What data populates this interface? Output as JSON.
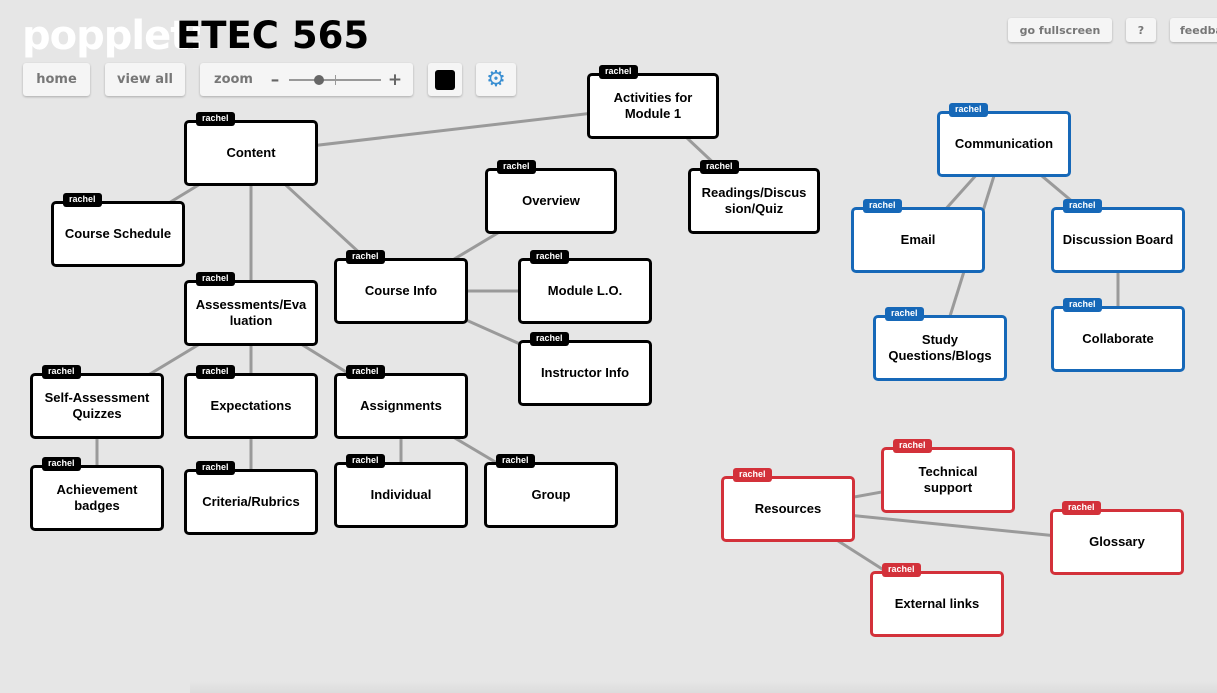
{
  "app": {
    "logo_text": "popplet:",
    "board_title": "ETEC 565"
  },
  "toolbar": {
    "home_label": "home",
    "view_all_label": "view all",
    "zoom_label": "zoom",
    "zoom_minus": "–",
    "zoom_plus": "+",
    "zoom_level_fraction": 0.3,
    "color_value": "#000000",
    "settings_icon": "gear-icon",
    "fullscreen_label": "go fullscreen",
    "help_label": "?",
    "feedback_label": "feedback"
  },
  "colors": {
    "black_border": "#000000",
    "blue_border": "#1668b8",
    "red_border": "#d3313a",
    "link_line": "#9a9a9a",
    "background": "#e6e6e6"
  },
  "popples": [
    {
      "id": "activities",
      "text": "Activities for Module 1",
      "author": "rachel",
      "color": "black"
    },
    {
      "id": "content",
      "text": "Content",
      "author": "rachel",
      "color": "black"
    },
    {
      "id": "readings",
      "text": "Readings/Discussion/Quiz",
      "author": "rachel",
      "color": "black"
    },
    {
      "id": "course-schedule",
      "text": "Course Schedule",
      "author": "rachel",
      "color": "black"
    },
    {
      "id": "overview",
      "text": "Overview",
      "author": "rachel",
      "color": "black"
    },
    {
      "id": "course-info",
      "text": "Course Info",
      "author": "rachel",
      "color": "black"
    },
    {
      "id": "module-lo",
      "text": "Module L.O.",
      "author": "rachel",
      "color": "black"
    },
    {
      "id": "assessments",
      "text": "Assessments/Evaluation",
      "author": "rachel",
      "color": "black"
    },
    {
      "id": "instructor-info",
      "text": "Instructor Info",
      "author": "rachel",
      "color": "black"
    },
    {
      "id": "self-assessment",
      "text": "Self-Assessment Quizzes",
      "author": "rachel",
      "color": "black"
    },
    {
      "id": "expectations",
      "text": "Expectations",
      "author": "rachel",
      "color": "black"
    },
    {
      "id": "assignments",
      "text": "Assignments",
      "author": "rachel",
      "color": "black"
    },
    {
      "id": "achievement",
      "text": "Achievement badges",
      "author": "rachel",
      "color": "black"
    },
    {
      "id": "criteria",
      "text": "Criteria/Rubrics",
      "author": "rachel",
      "color": "black"
    },
    {
      "id": "individual",
      "text": "Individual",
      "author": "rachel",
      "color": "black"
    },
    {
      "id": "group",
      "text": "Group",
      "author": "rachel",
      "color": "black"
    },
    {
      "id": "communication",
      "text": "Communication",
      "author": "rachel",
      "color": "blue"
    },
    {
      "id": "email",
      "text": "Email",
      "author": "rachel",
      "color": "blue"
    },
    {
      "id": "discussion-board",
      "text": "Discussion Board",
      "author": "rachel",
      "color": "blue"
    },
    {
      "id": "study-questions",
      "text": "Study Questions/Blogs",
      "author": "rachel",
      "color": "blue"
    },
    {
      "id": "collaborate",
      "text": "Collaborate",
      "author": "rachel",
      "color": "blue"
    },
    {
      "id": "resources",
      "text": "Resources",
      "author": "rachel",
      "color": "red"
    },
    {
      "id": "technical-support",
      "text": "Technical support",
      "author": "rachel",
      "color": "red"
    },
    {
      "id": "glossary",
      "text": "Glossary",
      "author": "rachel",
      "color": "red"
    },
    {
      "id": "external-links",
      "text": "External links",
      "author": "rachel",
      "color": "red"
    }
  ],
  "connections": [
    [
      "content",
      "activities"
    ],
    [
      "activities",
      "readings"
    ],
    [
      "content",
      "course-schedule"
    ],
    [
      "content",
      "assessments"
    ],
    [
      "content",
      "course-info"
    ],
    [
      "course-info",
      "overview"
    ],
    [
      "course-info",
      "module-lo"
    ],
    [
      "course-info",
      "instructor-info"
    ],
    [
      "assessments",
      "self-assessment"
    ],
    [
      "assessments",
      "expectations"
    ],
    [
      "assessments",
      "assignments"
    ],
    [
      "self-assessment",
      "achievement"
    ],
    [
      "expectations",
      "criteria"
    ],
    [
      "assignments",
      "individual"
    ],
    [
      "assignments",
      "group"
    ],
    [
      "communication",
      "email"
    ],
    [
      "communication",
      "discussion-board"
    ],
    [
      "communication",
      "study-questions"
    ],
    [
      "discussion-board",
      "collaborate"
    ],
    [
      "resources",
      "technical-support"
    ],
    [
      "resources",
      "glossary"
    ],
    [
      "resources",
      "external-links"
    ]
  ]
}
